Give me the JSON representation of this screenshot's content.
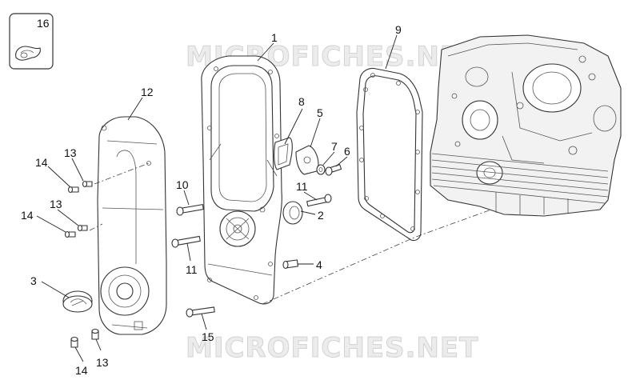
{
  "watermark": {
    "top": "MICROFICHES.NET",
    "bottom": "MICROFICHES.NET"
  },
  "callouts": {
    "c1": "1",
    "c2": "2",
    "c3": "3",
    "c4": "4",
    "c5": "5",
    "c6": "6",
    "c7": "7",
    "c8": "8",
    "c9": "9",
    "c10": "10",
    "c11a": "11",
    "c11b": "11",
    "c12": "12",
    "c13a": "13",
    "c13b": "13",
    "c13c": "13",
    "c14a": "14",
    "c14b": "14",
    "c14c": "14",
    "c15": "15",
    "c16": "16"
  }
}
